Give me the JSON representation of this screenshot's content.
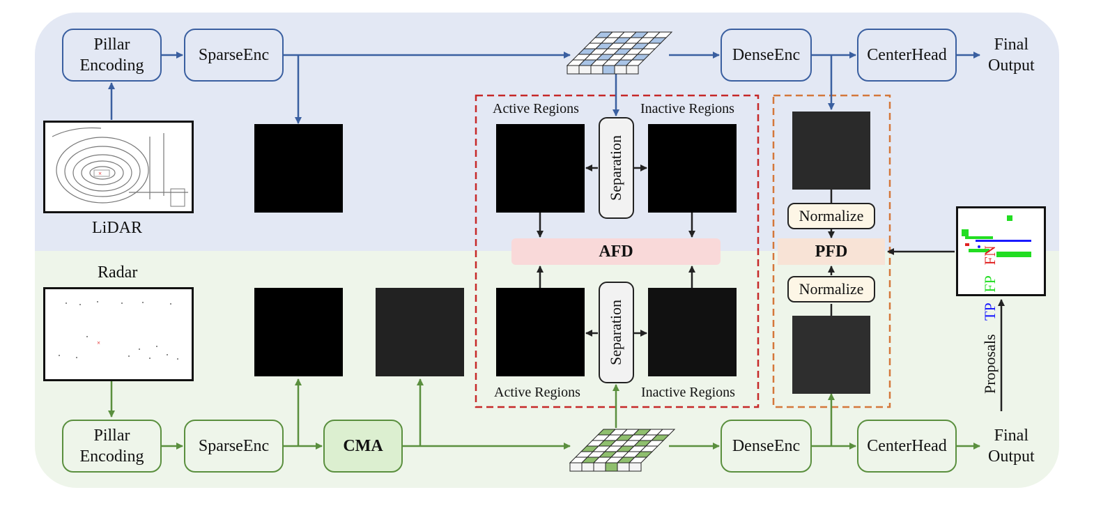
{
  "colors": {
    "lidar_bg": "#e3e8f4",
    "radar_bg": "#eef5ea",
    "blue": "#3a5fa0",
    "green": "#5a8f3e",
    "afd_box": "#c62828",
    "pfd_box": "#d4773a",
    "afd_fill": "#f9d9d9",
    "pfd_fill": "#f8e3d6",
    "tp": "#1a1aff",
    "fp": "#22dd22",
    "fn": "#e02020"
  },
  "lidar_branch": {
    "pillar": "Pillar\nEncoding",
    "sparse": "SparseEnc",
    "dense": "DenseEnc",
    "head": "CenterHead",
    "output": "Final\nOutput",
    "input_label": "LiDAR"
  },
  "radar_branch": {
    "pillar": "Pillar\nEncoding",
    "sparse": "SparseEnc",
    "cma": "CMA",
    "dense": "DenseEnc",
    "head": "CenterHead",
    "output": "Final\nOutput",
    "input_label": "Radar"
  },
  "afd": {
    "label": "AFD",
    "active_top": "Active Regions",
    "inactive_top": "Inactive Regions",
    "active_bottom": "Active Regions",
    "inactive_bottom": "Inactive Regions",
    "separation": "Separation"
  },
  "pfd": {
    "label": "PFD",
    "normalize": "Normalize"
  },
  "proposals": {
    "label": "Proposals",
    "tp": "TP",
    "fp": "FP",
    "fn": "FN"
  },
  "icons": {
    "grid": "bev-grid-icon",
    "lidar": "lidar-pointcloud-image",
    "radar": "radar-pointcloud-image"
  }
}
